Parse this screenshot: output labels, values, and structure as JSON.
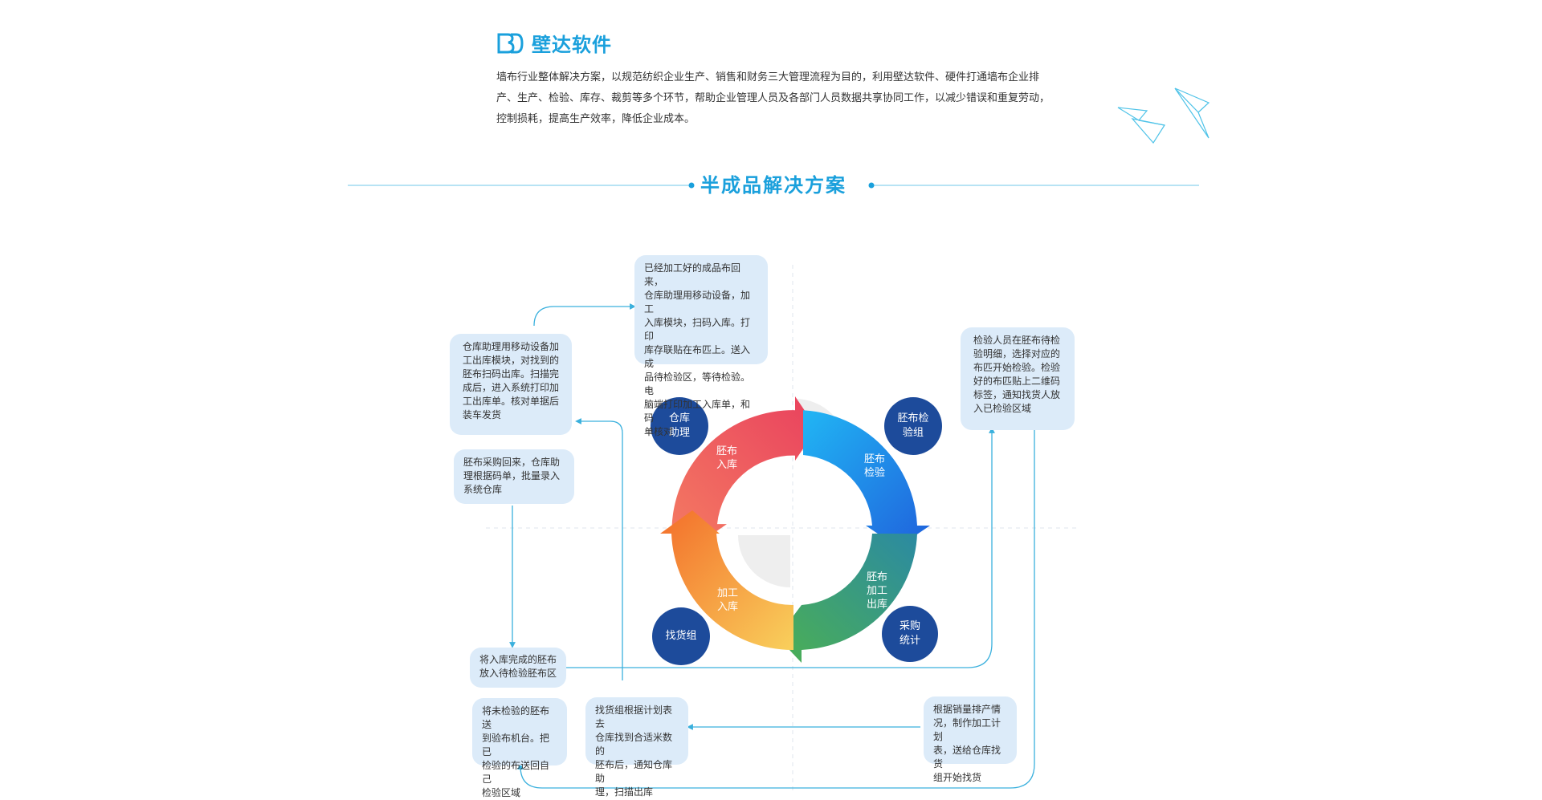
{
  "brand": {
    "name": "壁达软件",
    "logo_icon": "bd-logo-icon",
    "color": "#1aa0dc"
  },
  "intro": {
    "line1": "墙布行业整体解决方案，以规范纺织企业生产、销售和财务三大管理流程为目的，利用壁达软件、硬件打通墙布企业排",
    "line2": "产、生产、检验、库存、裁剪等多个环节，帮助企业管理人员及各部门人员数据共享协同工作，以减少错误和重复劳动，",
    "line3": "控制损耗，提高生产效率，降低企业成本。"
  },
  "section_title": "半成品解决方案",
  "ring": {
    "segments": [
      {
        "l1": "胚布",
        "l2": "入库",
        "l3": ""
      },
      {
        "l1": "胚布",
        "l2": "检验",
        "l3": ""
      },
      {
        "l1": "胚布",
        "l2": "加工",
        "l3": "出库"
      },
      {
        "l1": "加工",
        "l2": "入库",
        "l3": ""
      }
    ]
  },
  "nodes": {
    "warehouse": {
      "l1": "仓库",
      "l2": "助理"
    },
    "inspection": {
      "l1": "胚布检",
      "l2": "验组"
    },
    "purchase": {
      "l1": "采购",
      "l2": "统计"
    },
    "picking": {
      "l1": "找货组",
      "l2": ""
    }
  },
  "boxes": {
    "top": [
      "已经加工好的成品布回来，",
      "仓库助理用移动设备，加工",
      "入库模块，扫码入库。打印",
      "库存联贴在布匹上。送入成",
      "品待检验区，等待检验。电",
      "脑端打印加工入库单，和码",
      "单核对"
    ],
    "left_top": [
      "仓库助理用移动设备加",
      "工出库模块，对找到的",
      "胚布扫码出库。扫描完",
      "成后，进入系统打印加",
      "工出库单。核对单据后",
      "装车发货"
    ],
    "left_mid": [
      "胚布采购回来，仓库助",
      "理根据码单，批量录入",
      "系统仓库"
    ],
    "left_place": [
      "将入库完成的胚布",
      "放入待检验胚布区"
    ],
    "left_bottom": [
      "将未检验的胚布送",
      "到验布机台。把已",
      "检验的布送回自己",
      "检验区域"
    ],
    "mid_bottom": [
      "找货组根据计划表去",
      "仓库找到合适米数的",
      "胚布后，通知仓库助",
      "理，扫描出库"
    ],
    "right_top": [
      "检验人员在胚布待检",
      "验明细，选择对应的",
      "布匹开始检验。检验",
      "好的布匹贴上二维码",
      "标签，通知找货人放",
      "入已检验区域"
    ],
    "right_bottom": [
      "根据销量排产情",
      "况，制作加工计划",
      "表，送给仓库找货",
      "组开始找货"
    ]
  },
  "colors": {
    "accent": "#1aa0dc",
    "node": "#1d4b9b",
    "box": "#dcebf9",
    "line": "#3ab0dd"
  }
}
